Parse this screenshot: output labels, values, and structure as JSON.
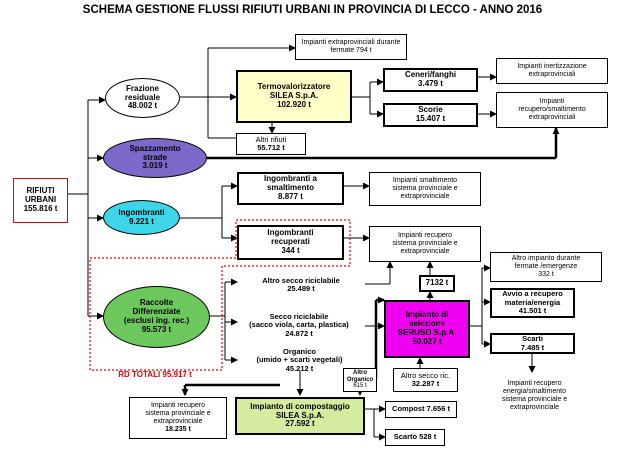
{
  "title": "SCHEMA GESTIONE FLUSSI RIFIUTI URBANI IN PROVINCIA DI LECCO - ANNO 2016",
  "colors": {
    "yellow": "#ffffc8",
    "purple": "#7b68c8",
    "cyan": "#3cd6e8",
    "green": "#6cc85c",
    "magenta": "#f000f0",
    "lightgreen": "#d4eba0",
    "red": "#e60000"
  },
  "rifiuti_urbani": {
    "line1": "RIFIUTI",
    "line2": "URBANI",
    "value": "155.816 t"
  },
  "frazione_residuale": {
    "line1": "Frazione",
    "line2": "residuale",
    "value": "48.002 t"
  },
  "spazzamento": {
    "line1": "Spazzamento",
    "line2": "strade",
    "value": "3.019 t"
  },
  "ingombranti": {
    "label": "Ingombranti",
    "value": "9.221 t"
  },
  "raccolte": {
    "line1": "Raccolte",
    "line2": "Differenziate",
    "line3": "(esclusi ing. rec.)",
    "value": "95.573 t"
  },
  "rd_totali": "RD TOTALI 95.917 t",
  "impianti_extra": {
    "line1": "Impianti extraprovinciali durante",
    "line2": "fermate 794 t"
  },
  "termo": {
    "line1": "Termovalorizzatore",
    "line2": "SILEA S.p.A.",
    "value": "102.920 t"
  },
  "altri_rifiuti": {
    "label": "Altri rifiuti",
    "value": "55.712 t"
  },
  "ceneri": {
    "label": "Ceneri/fanghi",
    "value": "3.479 t"
  },
  "scorie": {
    "label": "Scorie",
    "value": "15.407 t"
  },
  "inertizzazione": {
    "line1": "Impianti inertizzazione",
    "line2": "extraprovinciali"
  },
  "recupero_smaltimento_extra": {
    "line1": "Impianti",
    "line2": "recupero/smaltimento",
    "line3": "extraprovinciali"
  },
  "ingombranti_smalt": {
    "line1": "Ingombranti a",
    "line2": "smaltimento",
    "value": "8.877 t"
  },
  "impianti_smalt": {
    "line1": "Impianti smaltimento",
    "line2": "sistema provinciale e",
    "line3": "extraprovinciale"
  },
  "ingombranti_rec": {
    "line1": "Ingombranti",
    "line2": "recuperati",
    "value": "344 t"
  },
  "impianti_recupero_top": {
    "line1": "Impianti recupero",
    "line2": "sistema provinciale e",
    "line3": "extraprovinciale"
  },
  "altro_secco": {
    "label": "Altro secco riciclabile",
    "value": "25.489 t"
  },
  "secco_ricic": {
    "line1": "Secco riciclabile",
    "line2": "(sacco viola, carta, plastica)",
    "value": "24.872 t"
  },
  "organico": {
    "line1": "Organico",
    "line2": "(umido + scarti vegetali)",
    "value": "45.212 t"
  },
  "val_7132": "7132 t",
  "seruso": {
    "line1": "Impianto di",
    "line2": "selezione",
    "line3": "SERUSO S.p.A.",
    "value": "50.027 t"
  },
  "altro_secco_ric": {
    "label": "Altro secco ric.",
    "value": "32.287 t"
  },
  "altro_impianto": {
    "line1": "Altro impianto durante",
    "line2": "fermate /emergenze",
    "value": "332 t"
  },
  "avvio_recupero": {
    "line1": "Avvio a recupero",
    "line2": "materia/energia",
    "value": "41.501 t"
  },
  "scarti": {
    "label": "Scarti",
    "value": "7.485 t"
  },
  "impianti_recupero_energia": {
    "line1": "Impianti recupero",
    "line2": "energia/smaltimento",
    "line3": "sistema provinciale e",
    "line4": "extraprovinciale"
  },
  "altro_organico": {
    "line1": "Altro",
    "line2": "Organico",
    "value": "615 t"
  },
  "compost_plant": {
    "line1": "Impianto di compostaggio",
    "line2": "SILEA S.p.A.",
    "value": "27.592 t"
  },
  "impianti_recupero_bottom": {
    "line1": "Impianti recupero",
    "line2": "sistema provinciale e",
    "line3": "extraprovinciale",
    "value": "18.235 t"
  },
  "compost": "Compost 7.656 t",
  "scarto": "Scarto 528 t"
}
